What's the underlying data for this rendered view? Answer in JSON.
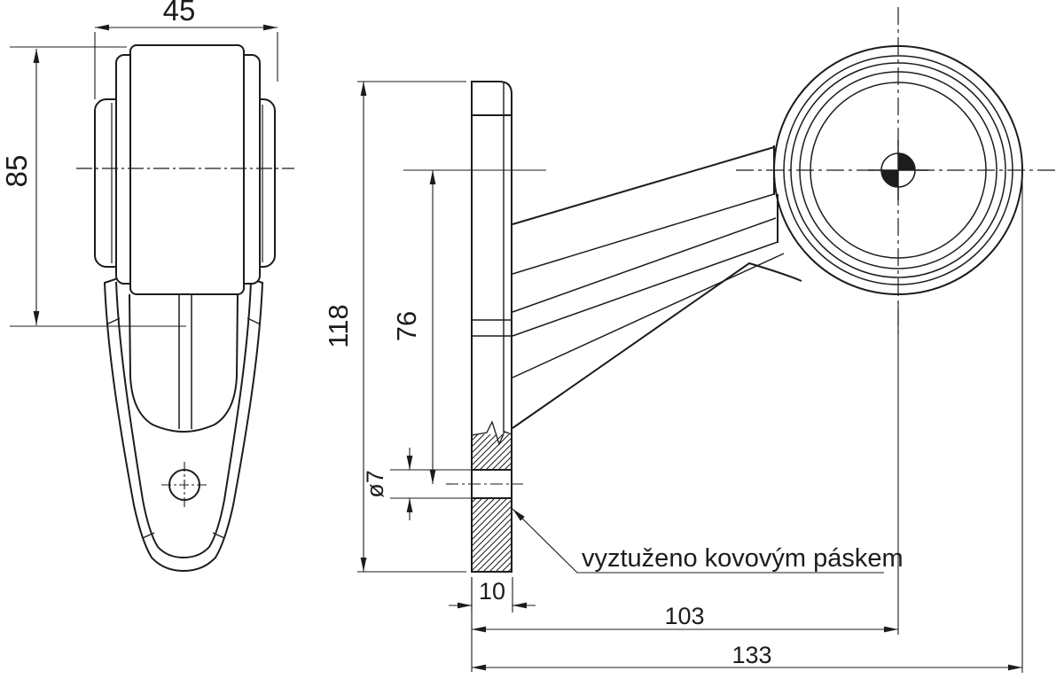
{
  "drawing": {
    "type": "technical-drawing",
    "annotation": "vyztuženo kovovým páskem",
    "front_view": {
      "width": "45",
      "height": "85"
    },
    "side_view": {
      "overall_height": "118",
      "lamp_center_to_hole": "76",
      "hole_diameter": "ø7",
      "base_thickness": "10",
      "base_to_lamp_center": "103",
      "overall_length": "133"
    },
    "colors": {
      "line": "#1c1c1c",
      "background": "#ffffff"
    }
  }
}
